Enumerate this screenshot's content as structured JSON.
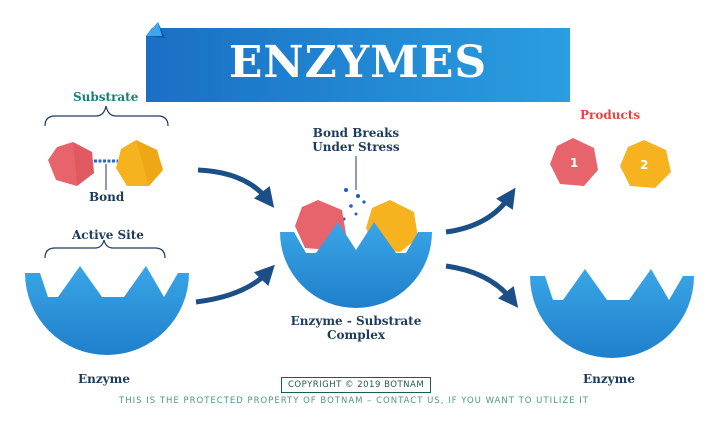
{
  "title": "ENZYMES",
  "labels": {
    "substrate": "Substrate",
    "bond": "Bond",
    "active_site": "Active Site",
    "enzyme_left": "Enzyme",
    "bond_breaks_line1": "Bond Breaks",
    "bond_breaks_line2": "Under Stress",
    "complex_line1": "Enzyme - Substrate",
    "complex_line2": "Complex",
    "products": "Products",
    "product_1": "1",
    "product_2": "2",
    "enzyme_right": "Enzyme"
  },
  "footer": {
    "copyright": "COPYRIGHT © 2019 BOTNAM",
    "notice": "THIS IS THE PROTECTED PROPERTY OF BOTNAM – CONTACT US, IF YOU WANT TO UTILIZE IT"
  },
  "colors": {
    "banner": "#1e86d4",
    "enzyme_blue": "#2c8fd6",
    "arrow_navy": "#1b4f86",
    "red_hex": "#e8646c",
    "yellow_hex": "#f6b21f",
    "teal_text": "#1b7f78",
    "navy_text": "#1d3b5c",
    "products_red": "#e4463d"
  }
}
